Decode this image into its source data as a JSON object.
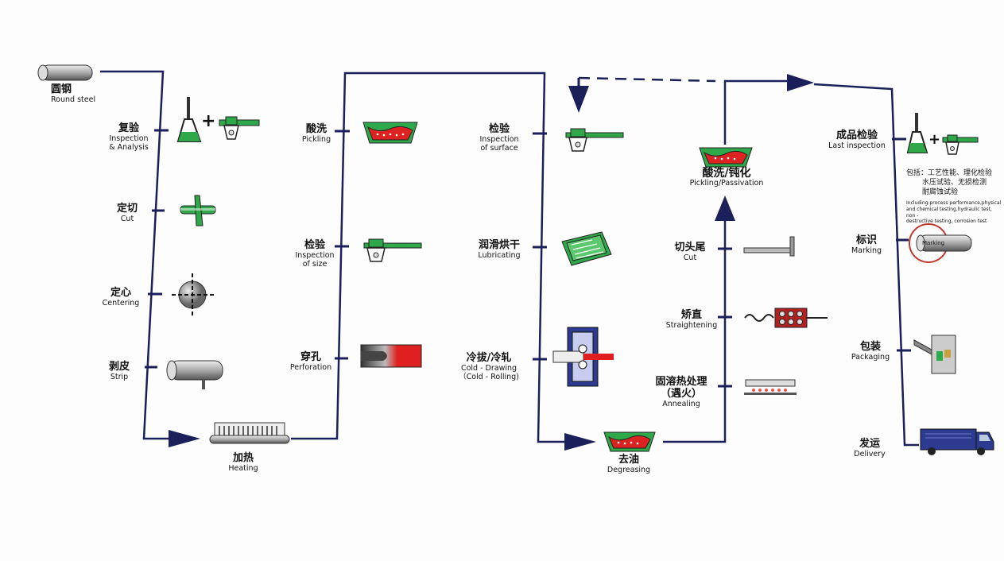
{
  "steps": {
    "round_steel": {
      "zh": "圆钢",
      "en": "Round steel"
    },
    "inspection_analysis": {
      "zh": "复验",
      "en1": "Inspection",
      "en2": "& Analysis"
    },
    "cut1": {
      "zh": "定切",
      "en": "Cut"
    },
    "centering": {
      "zh": "定心",
      "en": "Centering"
    },
    "strip": {
      "zh": "剥皮",
      "en": "Strip"
    },
    "heating": {
      "zh": "加热",
      "en": "Heating"
    },
    "pickling1": {
      "zh": "酸洗",
      "en": "Pickling"
    },
    "inspection_size": {
      "zh": "检验",
      "en1": "Inspection",
      "en2": "of size"
    },
    "perforation": {
      "zh": "穿孔",
      "en": "Perforation"
    },
    "inspection_surface": {
      "zh": "检验",
      "en1": "Inspection",
      "en2": "of surface"
    },
    "lubricating": {
      "zh": "润滑烘干",
      "en": "Lubricating"
    },
    "cold_drawing": {
      "zh": "冷拔/冷轧",
      "en1": "Cold - Drawing",
      "en2": "（Cold - Rolling)"
    },
    "degreasing": {
      "zh": "去油",
      "en": "Degreasing"
    },
    "annealing": {
      "zh1": "固溶热处理",
      "zh2": "（遇火）",
      "en": "Annealing"
    },
    "straightening": {
      "zh": "矫直",
      "en": "Straightening"
    },
    "cut2": {
      "zh": "切头尾",
      "en": "Cut"
    },
    "pickling_passivation": {
      "zh": "酸洗/钝化",
      "en": "Pickling/Passivation"
    },
    "last_inspection": {
      "zh": "成品检验",
      "en": "Last inspection"
    },
    "marking": {
      "zh": "标识",
      "en": "Marking"
    },
    "packaging": {
      "zh": "包装",
      "en": "Packaging"
    },
    "delivery": {
      "zh": "发运",
      "en": "Delivery"
    }
  },
  "notes": {
    "zh_line1": "包括：工艺性能、理化检验",
    "zh_line2": "水压试验、无损检测",
    "zh_line3": "耐腐蚀试验",
    "en_line1": "Including:process   performance,physical",
    "en_line2": "and chemical testing,hydraulic test, non -",
    "en_line3": "destructive testing, corrosion test"
  },
  "icon_texts": {
    "plus": "+",
    "marking_tag": "Marking"
  },
  "colors": {
    "line": "#1b1f5a",
    "green": "#2fa84a",
    "red": "#e02020",
    "blue": "#2c3a8f",
    "gray": "#9a9a9a"
  }
}
